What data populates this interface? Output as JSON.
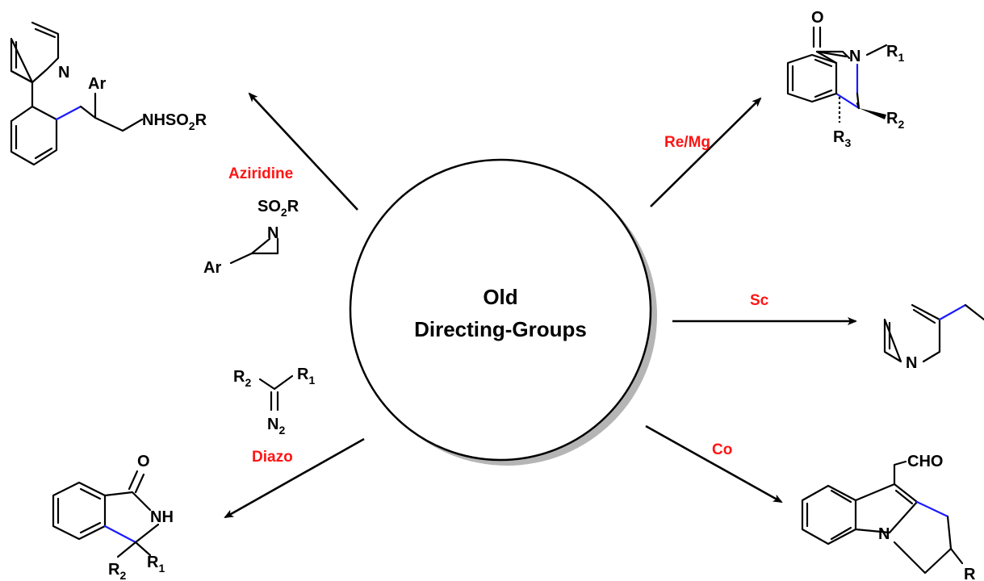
{
  "center": {
    "line1": "Old",
    "line2": "Directing-Groups"
  },
  "reagents": {
    "aziridine": "Aziridine",
    "re_mg": "Re/Mg",
    "sc": "Sc",
    "diazo": "Diazo",
    "co": "Co"
  },
  "labels": {
    "N": "N",
    "O": "O",
    "Ar": "Ar",
    "NHSO": "NHSO",
    "SO": "SO",
    "R": "R",
    "NH": "NH",
    "CHO": "CHO",
    "sub1": "1",
    "sub2": "2",
    "sub3": "3"
  },
  "colors": {
    "reagent": "#ff1414",
    "new_bond": "#1a1aff",
    "bond": "#000000"
  }
}
